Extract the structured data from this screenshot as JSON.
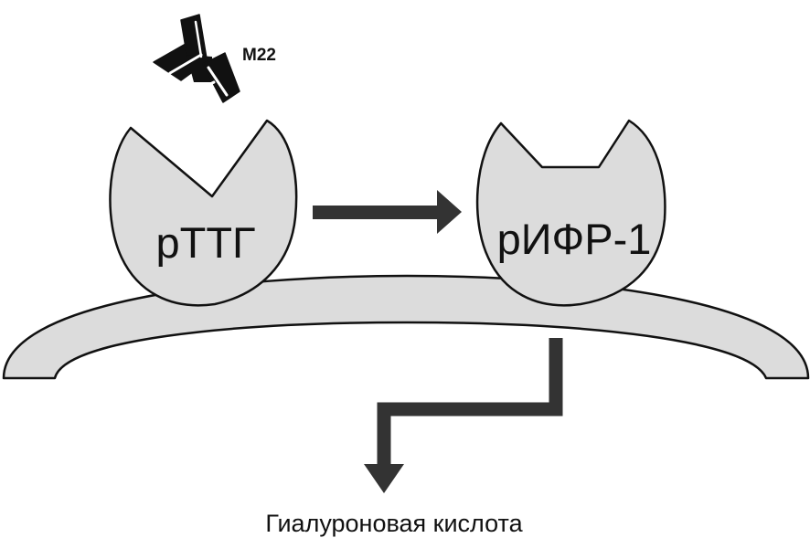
{
  "antibody": {
    "label": "M22",
    "icon": "antibody-icon"
  },
  "receptors": {
    "tshr": {
      "label": "рТТГ"
    },
    "igf1r": {
      "label": "рИФР-1"
    }
  },
  "output": {
    "label": "Гиалуроновая кислота"
  },
  "colors": {
    "fill": "#dcdcdc",
    "stroke": "#111111",
    "arrow": "#333333",
    "background": "#ffffff"
  }
}
